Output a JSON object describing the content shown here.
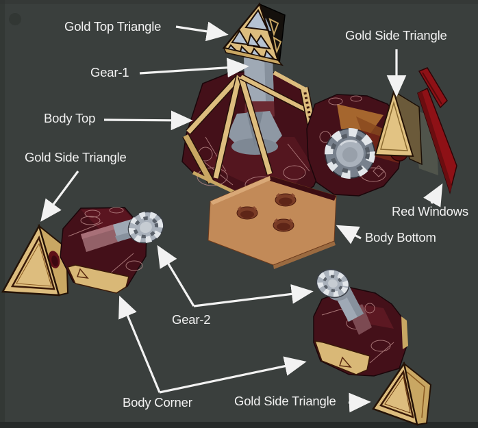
{
  "diagram": {
    "type": "exploded-view CAD assembly diagram",
    "background_color": "#3a3f3d"
  },
  "labels": {
    "gold_top_triangle": "Gold Top Triangle",
    "gear_1": "Gear-1",
    "body_top": "Body Top",
    "gold_side_triangle_top_right": "Gold Side Triangle",
    "gold_side_triangle_left": "Gold Side Triangle",
    "red_windows": "Red Windows",
    "body_bottom": "Body Bottom",
    "gear_2": "Gear-2",
    "body_corner": "Body Corner",
    "gold_side_triangle_bottom": "Gold Side Triangle"
  },
  "colors": {
    "bg": "#3a3f3d",
    "label": "#f2f2f2",
    "arrow": "#f2f2f2",
    "gold": "#ddbd7e",
    "gold_dark": "#c9a763",
    "maroon": "#441019",
    "gear_gray": "#9fa9b5",
    "red_window": "#8e1116",
    "hex_tan": "#c28a58",
    "window_blue": "#b5c2d2"
  }
}
